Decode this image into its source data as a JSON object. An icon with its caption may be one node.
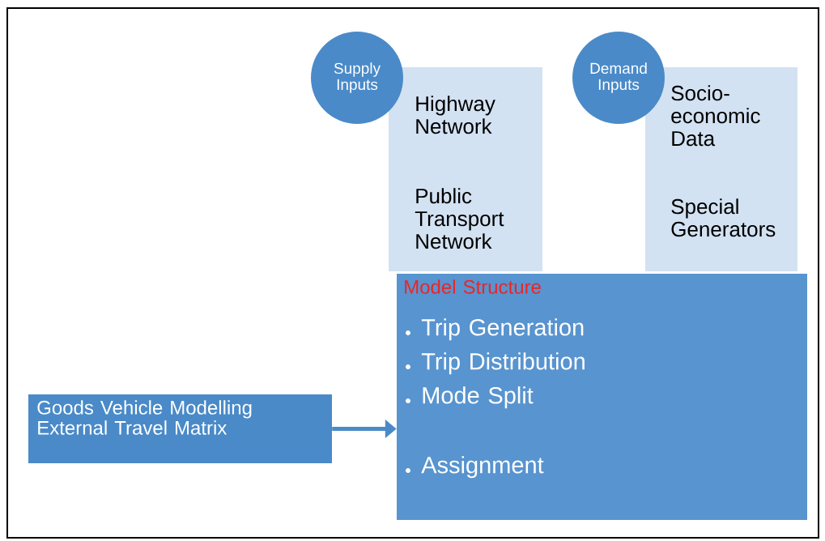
{
  "diagram": {
    "nodes": [
      {
        "text": [
          "Supply Inputs"
        ]
      },
      {
        "text": [
          "Highway Network",
          "Public Transport Network"
        ]
      },
      {
        "text": [
          "Demand Inputs"
        ]
      },
      {
        "text": [
          "Socio-economic Data",
          "Special Generators"
        ]
      },
      {
        "text": [
          "Model Structure",
          "Trip Generation",
          "Trip Distribution",
          "Mode Split",
          "Assignment"
        ]
      },
      {
        "text": [
          "Goods Vehicle Modelling External Travel Matrix"
        ]
      }
    ],
    "edges": [
      {
        "from": 5,
        "to": 4,
        "arrow": "to"
      }
    ]
  }
}
